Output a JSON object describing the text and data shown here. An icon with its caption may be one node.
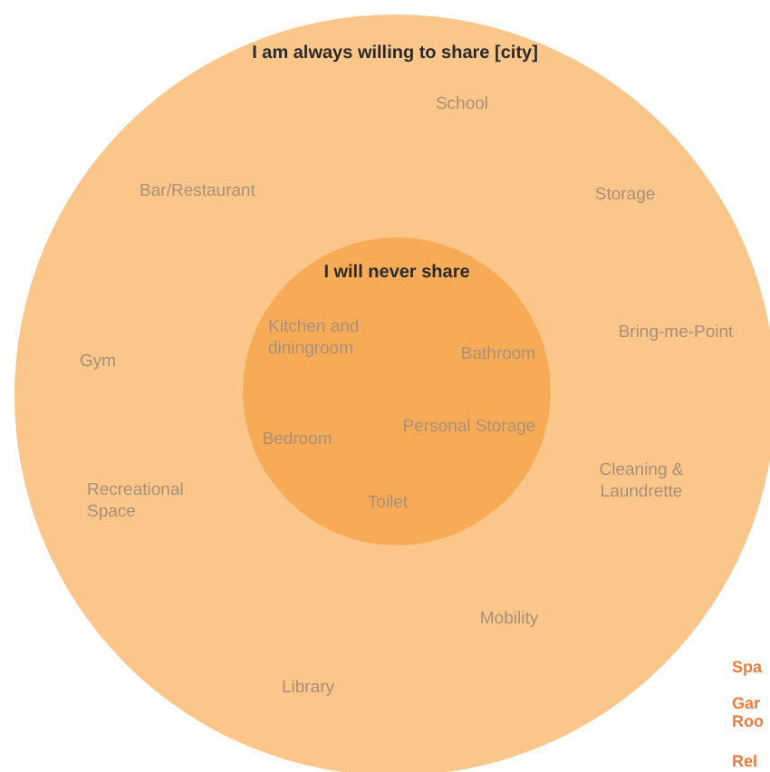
{
  "diagram": {
    "nodes": [
      {
        "text": [
          "I am always willing to share [city]",
          "School",
          "Bar/Restaurant",
          "Storage",
          "Bring-me-Point",
          "Gym",
          "Recreational Space",
          "Cleaning & Laundrette",
          "Mobility",
          "Library"
        ]
      },
      {
        "text": [
          "I will never share",
          "Kitchen and diningroom",
          "Bathroom",
          "Personal Storage",
          "Bedroom",
          "Toilet"
        ],
        "in": 0
      }
    ],
    "labels": [
      "Spa",
      "Gar Roo",
      "Rel"
    ]
  }
}
